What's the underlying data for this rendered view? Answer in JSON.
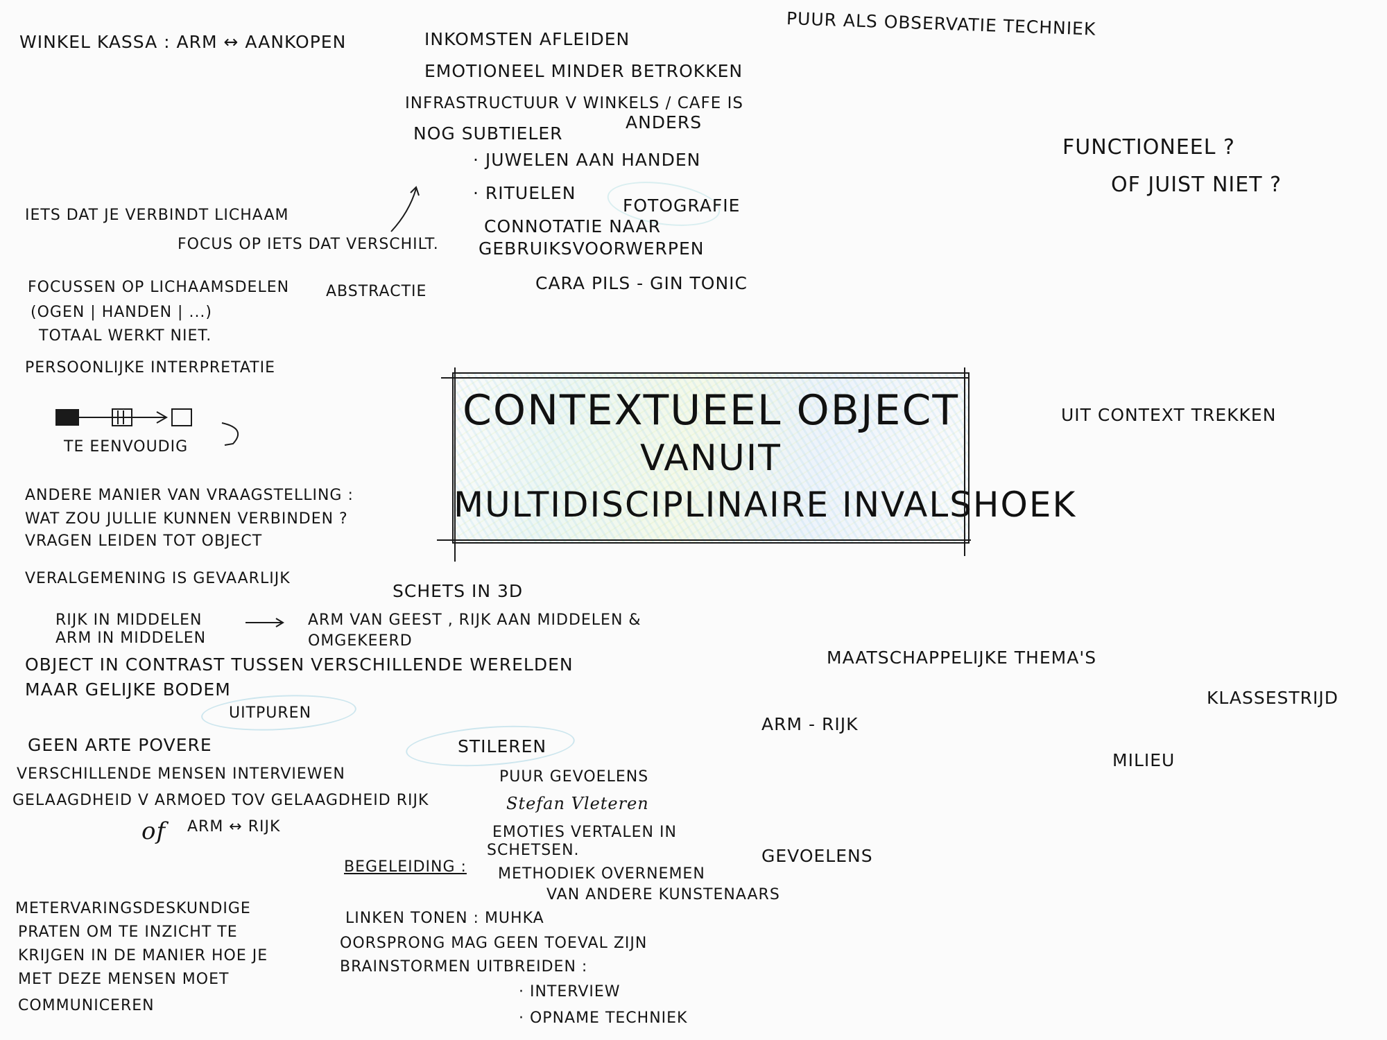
{
  "title_box": {
    "line1": "CONTEXTUEEL OBJECT",
    "line2": "VANUIT",
    "line3": "MULTIDISCIPLINAIRE INVALSHOEK"
  },
  "notes": {
    "winkel_kassa": "WINKEL KASSA : ARM ↔ AANKOPEN",
    "inkomsten": "INKOMSTEN AFLEIDEN",
    "emotioneel": "EMOTIONEEL MINDER BETROKKEN",
    "infrastructuur": "INFRASTRUCTUUR V WINKELS / CAFE IS",
    "anders": "ANDERS",
    "subtieler": "NOG SUBTIELER",
    "juwelen": "· JUWELEN AAN HANDEN",
    "rituelen": "· RITUELEN",
    "fotografie": "FOTOGRAFIE",
    "connotatie": "CONNOTATIE NAAR",
    "gebruiksvoorwerpen": "GEBRUIKSVOORWERPEN",
    "cara_pils": "CARA PILS - GIN TONIC",
    "puur": "PUUR ALS OBSERVATIE TECHNIEK",
    "functioneel": "FUNCTIONEEL ?",
    "of_juist_niet": "OF JUIST NIET ?",
    "iets_dat": "IETS DAT JE VERBINDT LICHAAM",
    "focus": "FOCUS OP IETS DAT VERSCHILT.",
    "focussen": "FOCUSSEN OP LICHAAMSDELEN",
    "abstractie": "ABSTRACTIE",
    "ogen": "(OGEN | HANDEN | ...)",
    "totaal": "TOTAAL WERKT NIET.",
    "persoonlijke": "PERSOONLIJKE INTERPRETATIE",
    "te_eenvoudig": "TE EENVOUDIG",
    "uit_context": "UIT CONTEXT TREKKEN",
    "andere_manier": "ANDERE MANIER VAN VRAAGSTELLING :",
    "wat_zou": "WAT ZOU JULLIE KUNNEN VERBINDEN ?",
    "vragen_leiden": "VRAGEN LEIDEN TOT OBJECT",
    "veralgemening": "VERALGEMENING IS GEVAARLIJK",
    "schets_3d": "SCHETS IN 3D",
    "rijk_in_middelen": "RIJK IN MIDDELEN",
    "arm_in_middelen": "ARM IN MIDDELEN",
    "arm_van_geest": "ARM VAN GEEST , RIJK AAN MIDDELEN &",
    "omgekeerd": "OMGEKEERD",
    "maatschappelijke": "MAATSCHAPPELIJKE THEMA'S",
    "klassestrijd": "KLASSESTRIJD",
    "object_in_contrast": "OBJECT IN CONTRAST TUSSEN VERSCHILLENDE WERELDEN",
    "maar_gelijke": "MAAR GELIJKE BODEM",
    "uitpuren": "UITPUREN",
    "arm_rijk": "ARM - RIJK",
    "geen_arte": "GEEN ARTE POVERE",
    "stileren": "STILEREN",
    "milieu": "MILIEU",
    "verschillende_mensen": "VERSCHILLENDE MENSEN INTERVIEWEN",
    "gelaagdheid": "GELAAGDHEID V ARMOED TOV GELAAGDHEID RIJK",
    "of": "of",
    "arm_rijk2": "ARM ↔ RIJK",
    "puur_gevoelens": "PUUR GEVOELENS",
    "stefan": "Stefan Vleteren",
    "emoties": "EMOTIES VERTALEN IN",
    "schetsen": "SCHETSEN.",
    "gevoelens": "GEVOELENS",
    "begeleiding": "BEGELEIDING :",
    "methodiek": "METHODIEK OVERNEMEN",
    "van_andere": "VAN ANDERE KUNSTENAARS",
    "ervaringsdeskundige": "METERVARINGSDESKUNDIGE",
    "praten": "PRATEN OM TE INZICHT TE",
    "krijgen": "KRIJGEN IN DE MANIER HOE JE",
    "met_deze": "MET DEZE MENSEN MOET",
    "communiceren": "COMMUNICEREN",
    "linken": "LINKEN TONEN : MUHKA",
    "oorsprong": "OORSPRONG MAG GEEN TOEVAL ZIJN",
    "brainstormen": "BRAINSTORMEN UITBREIDEN :",
    "interview": "· INTERVIEW",
    "opname": "· OPNAME TECHNIEK"
  }
}
